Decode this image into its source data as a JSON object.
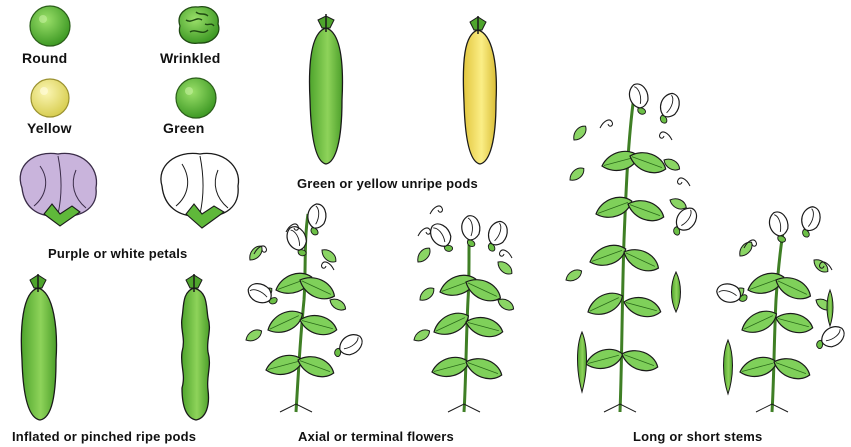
{
  "traits": {
    "seed_shape": {
      "round": "Round",
      "wrinkled": "Wrinkled"
    },
    "seed_color": {
      "yellow": "Yellow",
      "green": "Green"
    },
    "petal_color": "Purple or white petals",
    "unripe_pod_color": "Green or yellow unripe pods",
    "ripe_pod_shape": "Inflated or pinched ripe pods",
    "flower_position": "Axial or terminal flowers",
    "stem_length": "Long or short stems"
  },
  "colors": {
    "pea_green": "#5fbf3a",
    "pea_yellow": "#ece572",
    "pod_green": "#72c13c",
    "pod_yellow": "#f5e25f",
    "purple_petal": "#c9b4dc",
    "leaf_green": "#7fd05a",
    "outline": "#1a1a1a"
  }
}
